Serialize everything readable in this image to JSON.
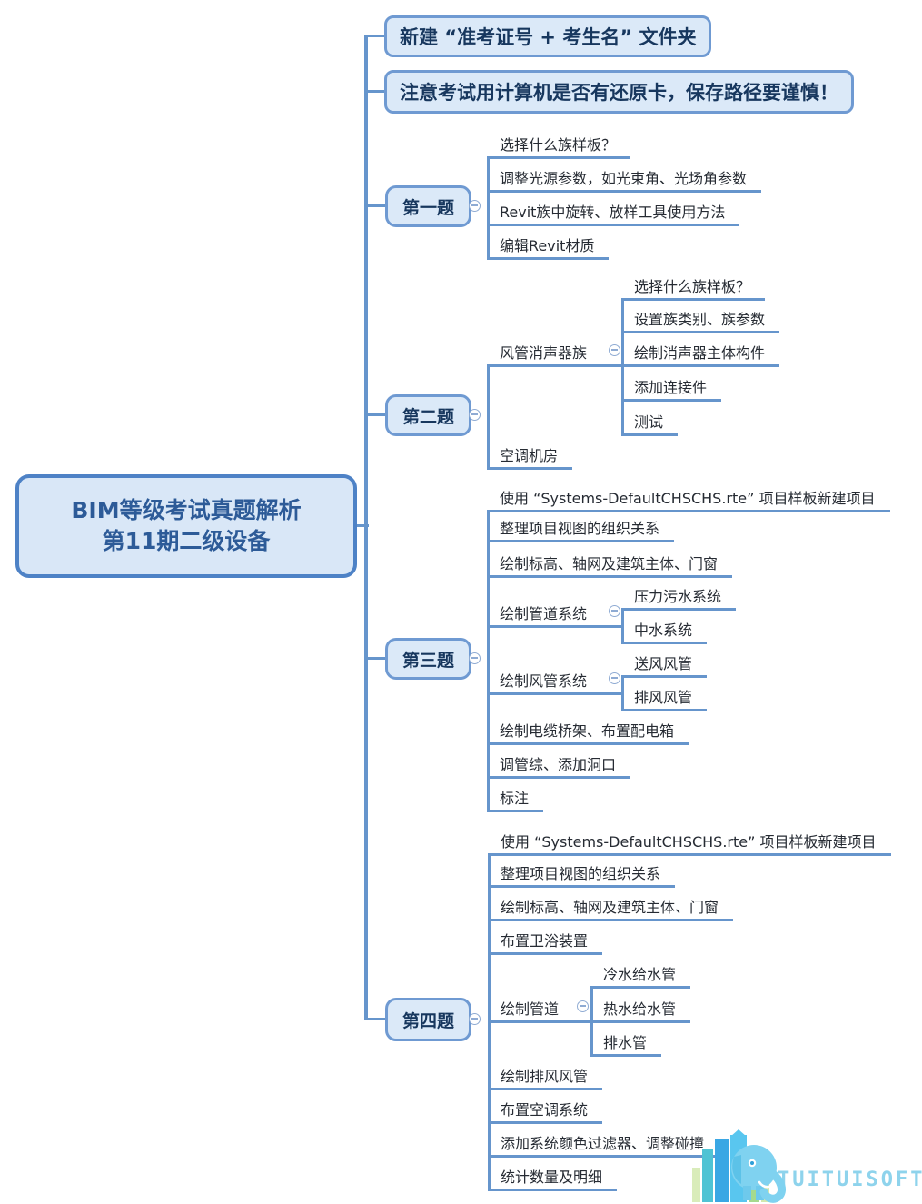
{
  "root": {
    "line1": "BIM等级考试真题解析",
    "line2": "第11期二级设备"
  },
  "notes": [
    {
      "label": "新建 “准考证号 + 考生名” 文件夹"
    },
    {
      "label": "注意考试用计算机是否有还原卡，保存路径要谨慎！"
    }
  ],
  "topics": [
    {
      "label": "第一题",
      "children": [
        {
          "label": "选择什么族样板？"
        },
        {
          "label": "调整光源参数，如光束角、光场角参数"
        },
        {
          "label": "Revit族中旋转、放样工具使用方法"
        },
        {
          "label": "编辑Revit材质"
        }
      ]
    },
    {
      "label": "第二题",
      "children": [
        {
          "label": "风管消声器族",
          "children": [
            {
              "label": "选择什么族样板？"
            },
            {
              "label": "设置族类别、族参数"
            },
            {
              "label": "绘制消声器主体构件"
            },
            {
              "label": "添加连接件"
            },
            {
              "label": "测试"
            }
          ]
        },
        {
          "label": "空调机房"
        }
      ]
    },
    {
      "label": "第三题",
      "children": [
        {
          "label": "使用 “Systems-DefaultCHSCHS.rte” 项目样板新建项目"
        },
        {
          "label": "整理项目视图的组织关系"
        },
        {
          "label": "绘制标高、轴网及建筑主体、门窗"
        },
        {
          "label": "绘制管道系统",
          "children": [
            {
              "label": "压力污水系统"
            },
            {
              "label": "中水系统"
            }
          ]
        },
        {
          "label": "绘制风管系统",
          "children": [
            {
              "label": "送风风管"
            },
            {
              "label": "排风风管"
            }
          ]
        },
        {
          "label": "绘制电缆桥架、布置配电箱"
        },
        {
          "label": "调管综、添加洞口"
        },
        {
          "label": "标注"
        }
      ]
    },
    {
      "label": "第四题",
      "children": [
        {
          "label": "使用 “Systems-DefaultCHSCHS.rte” 项目样板新建项目"
        },
        {
          "label": "整理项目视图的组织关系"
        },
        {
          "label": "绘制标高、轴网及建筑主体、门窗"
        },
        {
          "label": "布置卫浴装置"
        },
        {
          "label": "绘制管道",
          "children": [
            {
              "label": "冷水给水管"
            },
            {
              "label": "热水给水管"
            },
            {
              "label": "排水管"
            }
          ]
        },
        {
          "label": "绘制排风风管"
        },
        {
          "label": "布置空调系统"
        },
        {
          "label": "添加系统颜色过滤器、调整碰撞"
        },
        {
          "label": "统计数量及明细"
        }
      ]
    }
  ],
  "logo": {
    "text": "TUITUISOFT"
  },
  "icons": {
    "toggle": "minus-in-circle-collapse"
  },
  "colors": {
    "line": "#6695cc",
    "box_fill": "#dbe9f8",
    "box_border": "#6f9ad2",
    "box_text": "#17375e",
    "root_border": "#4e82c6",
    "root_text": "#2d5b98",
    "leaf_text": "#262b33",
    "logo_text": "#8ed3ec"
  }
}
